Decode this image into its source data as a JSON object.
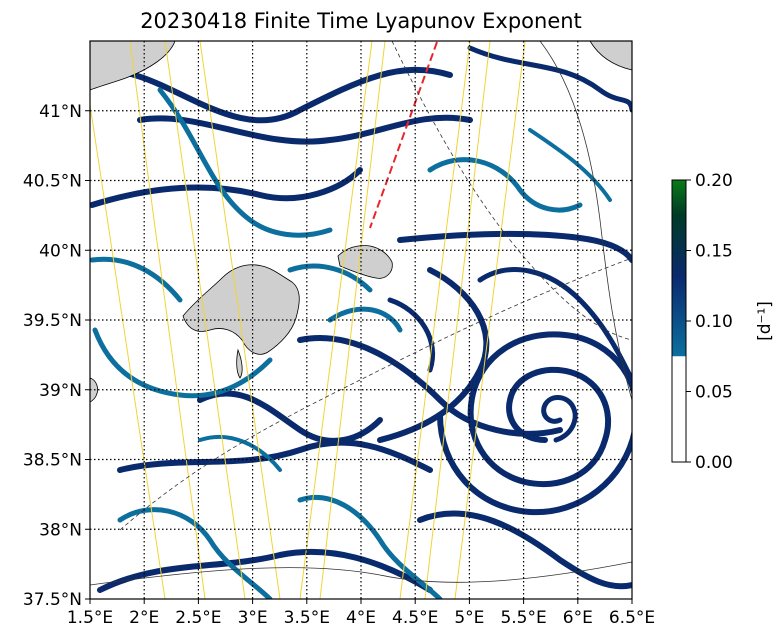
{
  "chart_data": {
    "type": "heatmap",
    "title": "20230418 Finite Time Lyapunov Exponent",
    "x_range": [
      1.5,
      6.5
    ],
    "y_range": [
      37.5,
      41.5
    ],
    "x_ticks": [
      1.5,
      2.0,
      2.5,
      3.0,
      3.5,
      4.0,
      4.5,
      5.0,
      5.5,
      6.0,
      6.5
    ],
    "x_tick_labels": [
      "1.5°E",
      "2°E",
      "2.5°E",
      "3°E",
      "3.5°E",
      "4°E",
      "4.5°E",
      "5°E",
      "5.5°E",
      "6°E",
      "6.5°E"
    ],
    "y_ticks": [
      37.5,
      38.0,
      38.5,
      39.0,
      39.5,
      40.0,
      40.5,
      41.0
    ],
    "y_tick_labels": [
      "37.5°N",
      "38°N",
      "38.5°N",
      "39°N",
      "39.5°N",
      "40°N",
      "40.5°N",
      "41°N"
    ],
    "grid": true,
    "colorbar": {
      "label": "[d⁻¹]",
      "range": [
        0.0,
        0.2
      ],
      "ticks": [
        0.0,
        0.05,
        0.1,
        0.15,
        0.2
      ],
      "tick_labels": [
        "0.00",
        "0.05",
        "0.10",
        "0.15",
        "0.20"
      ],
      "threshold": 0.075,
      "colors": {
        "below_threshold": "#ffffff",
        "low": "#0c6f9e",
        "mid": "#0a2a6e",
        "high": "#003a26",
        "top": "#0a7a18"
      }
    },
    "colors": {
      "land": "#cfcfcf",
      "track_lines": "#f2d434",
      "red_track": "#e8252a",
      "coastline": "#000000"
    }
  }
}
